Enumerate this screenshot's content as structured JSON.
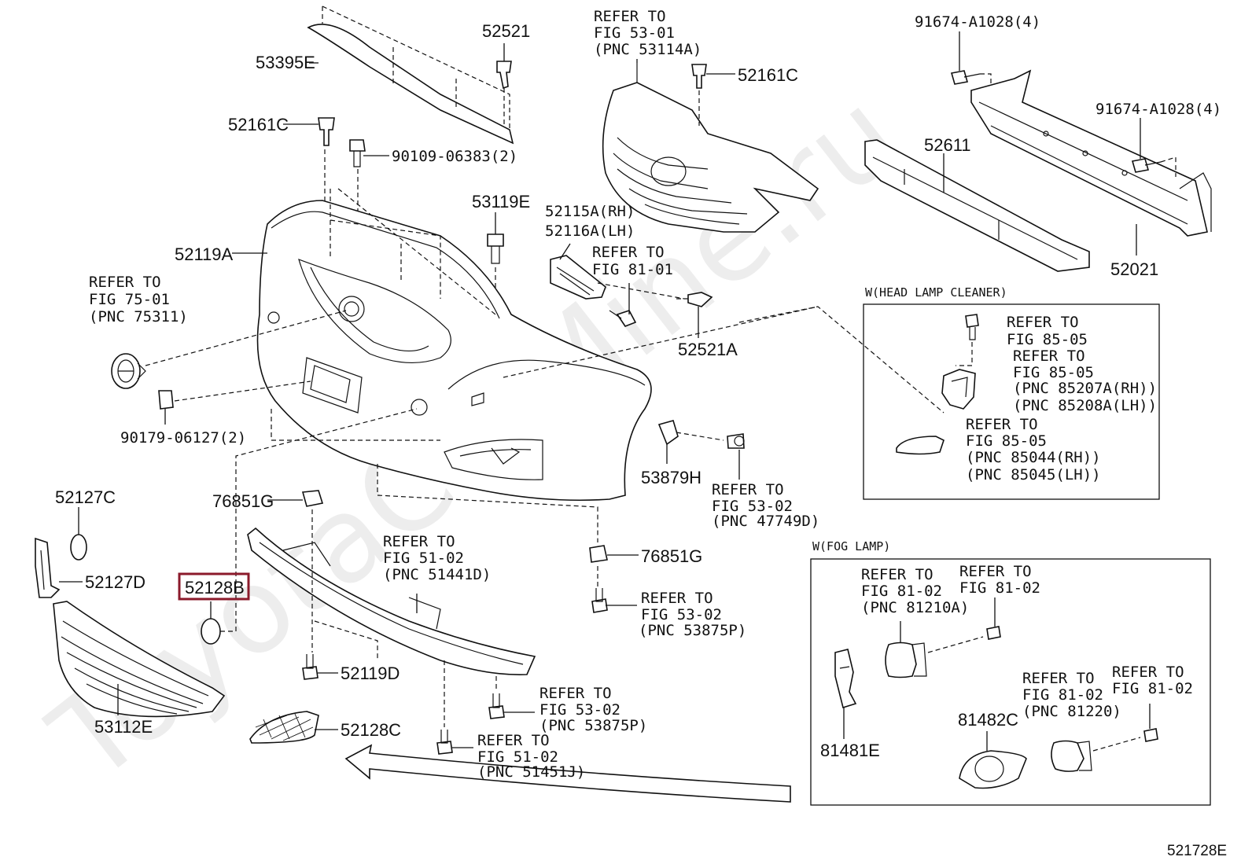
{
  "watermark": "ToyotaCarMine.ru",
  "figure_id": "521728E",
  "highlight_color": "#8b1a2b",
  "highlighted_part": "52128B",
  "part_labels": {
    "p53395E": "53395E",
    "p52521": "52521",
    "p52161C_a": "52161C",
    "p52161C_b": "52161C",
    "p90109": "90109-06383(2)",
    "p53119E": "53119E",
    "p52119A": "52119A",
    "p52115A": "52115A(RH)",
    "p52116A": "52116A(LH)",
    "p52521A": "52521A",
    "p90179": "90179-06127(2)",
    "p53879H": "53879H",
    "p52127C": "52127C",
    "p76851G_a": "76851G",
    "p76851G_b": "76851G",
    "p52127D": "52127D",
    "p52128B": "52128B",
    "p52119D": "52119D",
    "p53112E": "53112E",
    "p52128C": "52128C",
    "p52611": "52611",
    "p52021": "52021",
    "p91674_a": "91674-A1028(4)",
    "p91674_b": "91674-A1028(4)",
    "p81482C": "81482C",
    "p81481E": "81481E"
  },
  "refer_notes": {
    "r5301": [
      "REFER TO",
      "FIG 53-01",
      "(PNC 53114A)"
    ],
    "r7501": [
      "REFER TO",
      "FIG 75-01",
      "(PNC 75311)"
    ],
    "r8101": [
      "REFER TO",
      "FIG 81-01"
    ],
    "r5302a": [
      "REFER TO",
      "FIG 53-02",
      "(PNC 47749D)"
    ],
    "r5102a": [
      "REFER TO",
      "FIG 51-02",
      "(PNC 51441D)"
    ],
    "r5302b": [
      "REFER TO",
      "FIG 53-02",
      "(PNC 53875P)"
    ],
    "r5302c": [
      "REFER TO",
      "FIG 53-02",
      "(PNC 53875P)"
    ],
    "r5102b": [
      "REFER TO",
      "FIG 51-02",
      "(PNC 51451J)"
    ],
    "r8505a": [
      "REFER TO",
      "FIG 85-05"
    ],
    "r8505b": [
      "REFER TO",
      "FIG 85-05",
      "(PNC 85207A(RH))",
      "(PNC 85208A(LH))"
    ],
    "r8505c": [
      "REFER TO",
      "FIG 85-05",
      "(PNC 85044(RH))",
      "(PNC 85045(LH))"
    ],
    "r8102a": [
      "REFER TO",
      "FIG 81-02",
      "(PNC 81210A)"
    ],
    "r8102b": [
      "REFER TO",
      "FIG 81-02"
    ],
    "r8102c": [
      "REFER TO",
      "FIG 81-02",
      "(PNC 81220)"
    ],
    "r8102d": [
      "REFER TO",
      "FIG 81-02"
    ]
  },
  "boxes": {
    "head_lamp_cleaner": "W(HEAD LAMP CLEANER)",
    "fog_lamp": "W(FOG LAMP)"
  }
}
